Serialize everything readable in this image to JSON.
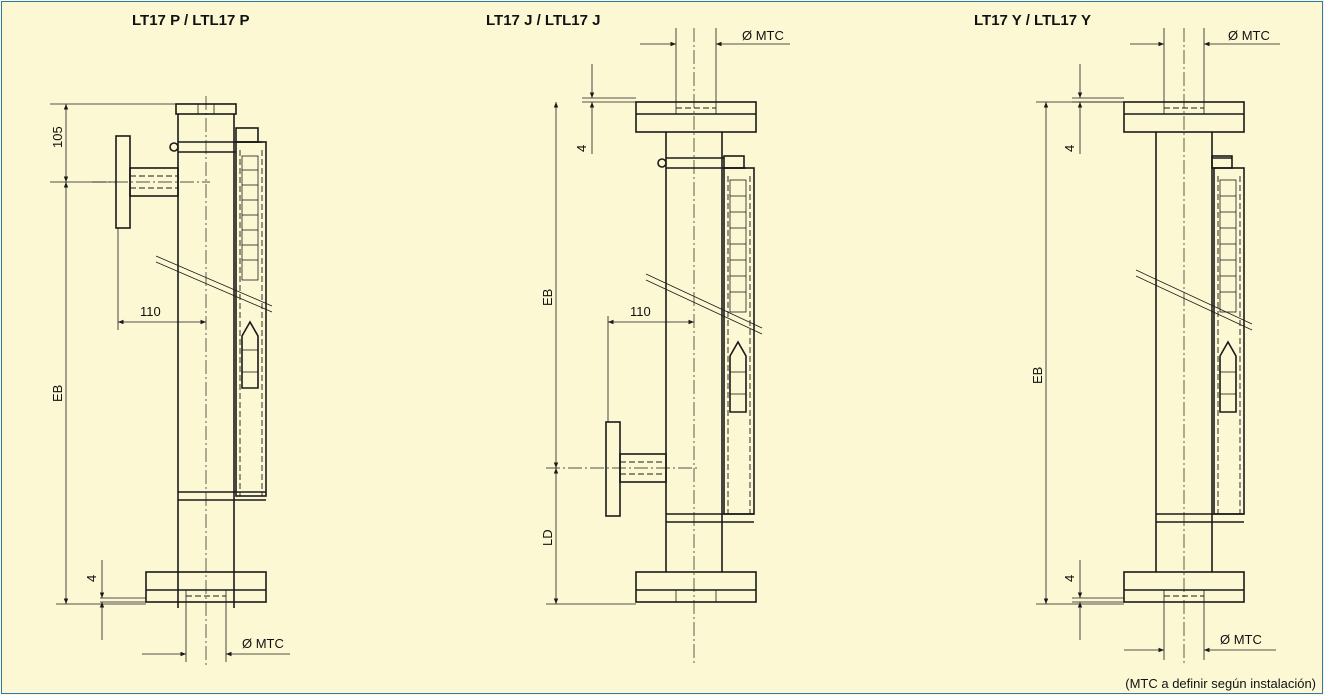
{
  "views": [
    {
      "title": "LT17 P / LTL17 P",
      "dims": {
        "top": "105",
        "offset": "110",
        "length": "EB",
        "gap": "4",
        "bore": "Ø MTC"
      }
    },
    {
      "title": "LT17 J / LTL17 J",
      "dims": {
        "bore": "Ø MTC",
        "gap": "4",
        "length": "EB",
        "offset": "110",
        "lower": "LD"
      }
    },
    {
      "title": "LT17 Y / LTL17 Y",
      "dims": {
        "bore": "Ø MTC",
        "gap_top": "4",
        "length": "EB",
        "gap_bottom": "4",
        "bore_bottom": "Ø MTC"
      }
    }
  ],
  "note": "(MTC a definir según instalación)",
  "colors": {
    "background": "#fdf8d4",
    "border": "#2a78b8",
    "ink": "#1a1a1a"
  }
}
